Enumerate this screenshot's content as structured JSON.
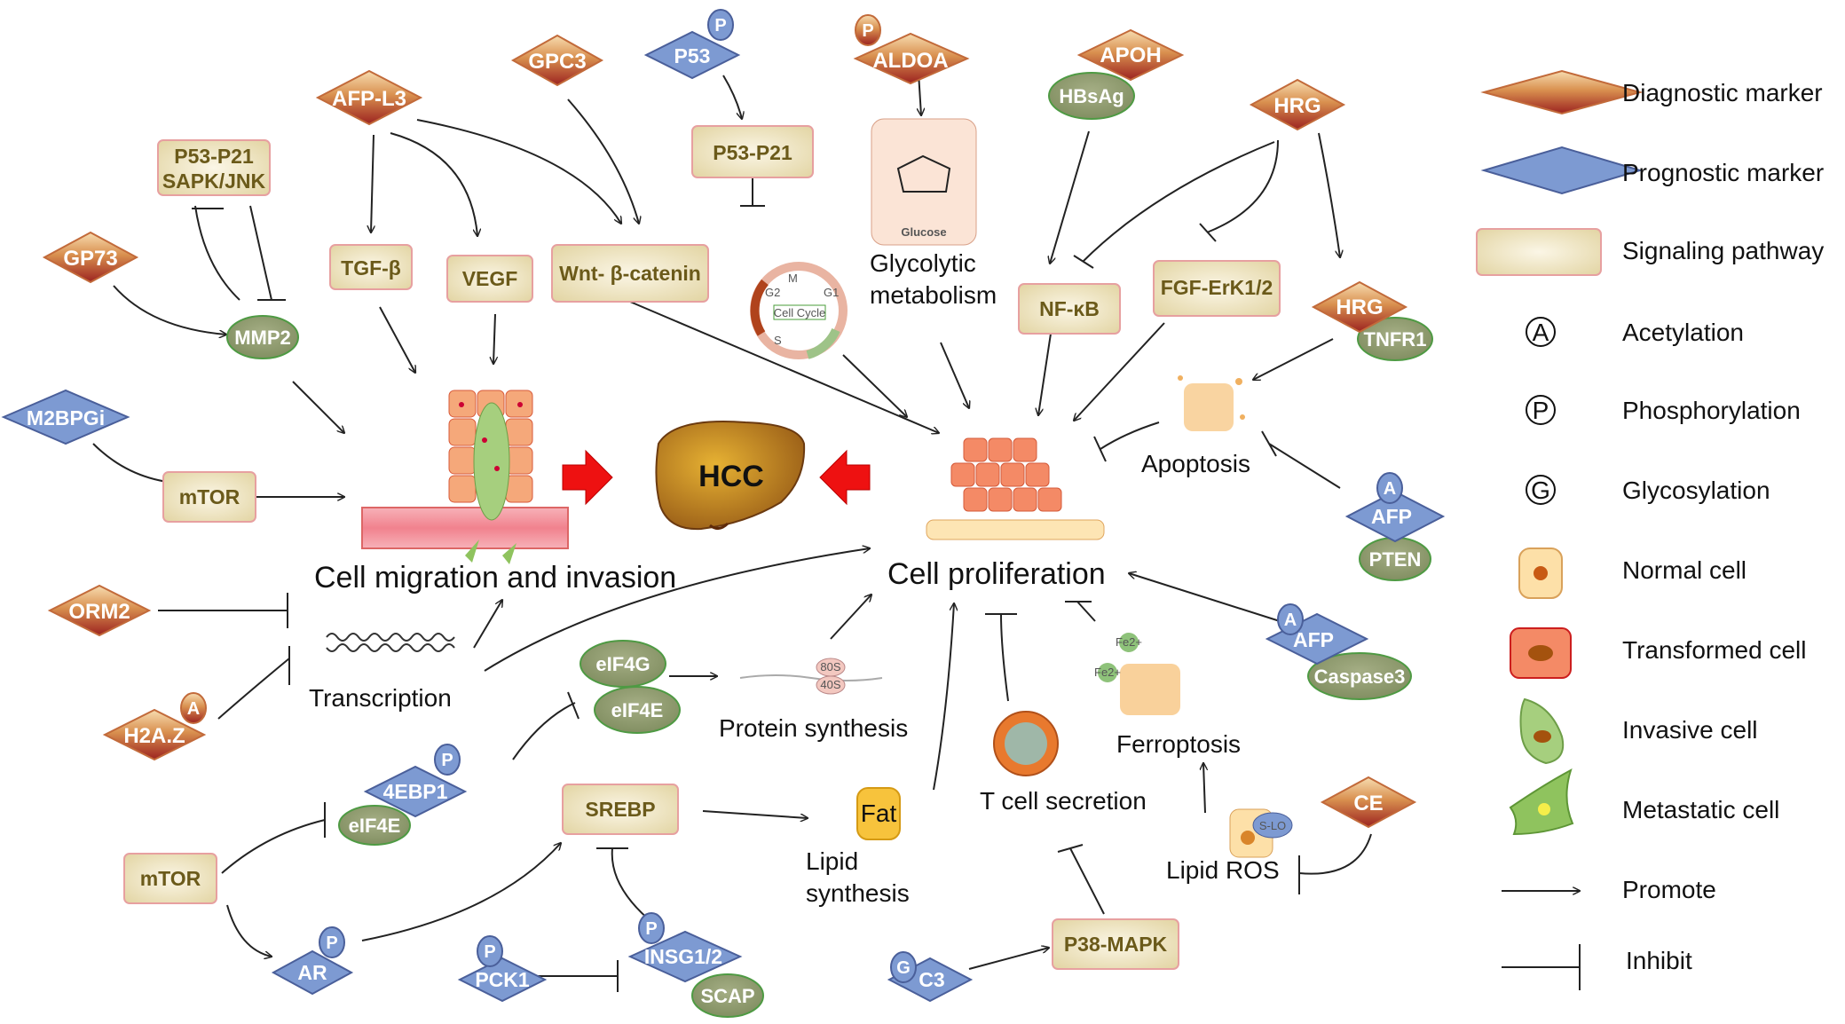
{
  "diagnostic_markers": {
    "afp_l3": "AFP-L3",
    "gpc3": "GPC3",
    "aldoa": "ALDOA",
    "apoh": "APOH",
    "hrg_top": "HRG",
    "hrg_lower": "HRG",
    "gp73": "GP73",
    "orm2": "ORM2",
    "h2az": "H2A.Z",
    "ce": "CE"
  },
  "prognostic_markers": {
    "p53": "P53",
    "m2bpgi": "M2BPGi",
    "afp_apoptosis": "AFP",
    "afp_caspase": "AFP",
    "ebp1": "4EBP1",
    "ar": "AR",
    "pck1": "PCK1",
    "insg": "INSG1/2",
    "c3": "C3"
  },
  "pathways": {
    "p53_p21_sapk": [
      "P53-P21",
      "SAPK/JNK"
    ],
    "tgf_beta": "TGF-β",
    "vegf": "VEGF",
    "wnt": "Wnt- β-catenin",
    "p53_p21": "P53-P21",
    "nfkb": "NF-κB",
    "fgf": "FGF-ErK1/2",
    "mtor_upper": "mTOR",
    "mtor_lower": "mTOR",
    "srebp": "SREBP",
    "p38": "P38-MAPK"
  },
  "ellipses": {
    "hbsag": "HBsAg",
    "mmp2": "MMP2",
    "tnfr1": "TNFR1",
    "pten": "PTEN",
    "caspase3": "Caspase3",
    "eif4g": "eIF4G",
    "eif4e_upper": "eIF4E",
    "eif4e_lower": "eIF4E",
    "scap": "SCAP",
    "slo": "S-LO"
  },
  "modifications": {
    "phospho": "P",
    "acetyl": "A",
    "glyco": "G"
  },
  "texts": {
    "glycolytic": [
      "Glycolytic",
      "metabolism"
    ],
    "glucose": "Glucose",
    "hcc": "HCC",
    "cell_migration": "Cell migration and invasion",
    "cell_proliferation": "Cell proliferation",
    "apoptosis": "Apoptosis",
    "transcription": "Transcription",
    "protein_synthesis": "Protein synthesis",
    "lipid_synthesis": [
      "Lipid",
      "synthesis"
    ],
    "t_cell": "T cell secretion",
    "ferroptosis": "Ferroptosis",
    "lipid_ros": "Lipid ROS",
    "fat": "Fat",
    "cell_cycle": "Cell Cycle",
    "cycle_g2": "G2",
    "cycle_m": "M",
    "cycle_g1": "G1",
    "cycle_s": "S",
    "ribo_80s": "80S",
    "ribo_40s": "40S",
    "fe_1": "Fe2+",
    "fe_2": "Fe2+"
  },
  "legend": {
    "diagnostic": "Diagnostic marker",
    "prognostic": "Prognostic marker",
    "signaling": "Signaling pathway",
    "acetylation": "Acetylation",
    "phosphorylation": "Phosphorylation",
    "glycosylation": "Glycosylation",
    "normal_cell": "Normal cell",
    "transformed_cell": "Transformed cell",
    "invasive_cell": "Invasive cell",
    "metastatic_cell": "Metastatic cell",
    "promote": "Promote",
    "inhibit": "Inhibit",
    "sym_a": "A",
    "sym_p": "P",
    "sym_g": "G"
  },
  "colors": {
    "diagnostic_top": "#f6d6a8",
    "diagnostic_bottom": "#a02a22",
    "prognostic": "#7d9ad2",
    "pathway_fill": "#efe6c6",
    "pathway_border": "#e7a0a0",
    "ellipse": "#8f9e6e",
    "ellipse_border": "#4e9a43",
    "arrow_red": "#ee1111"
  }
}
